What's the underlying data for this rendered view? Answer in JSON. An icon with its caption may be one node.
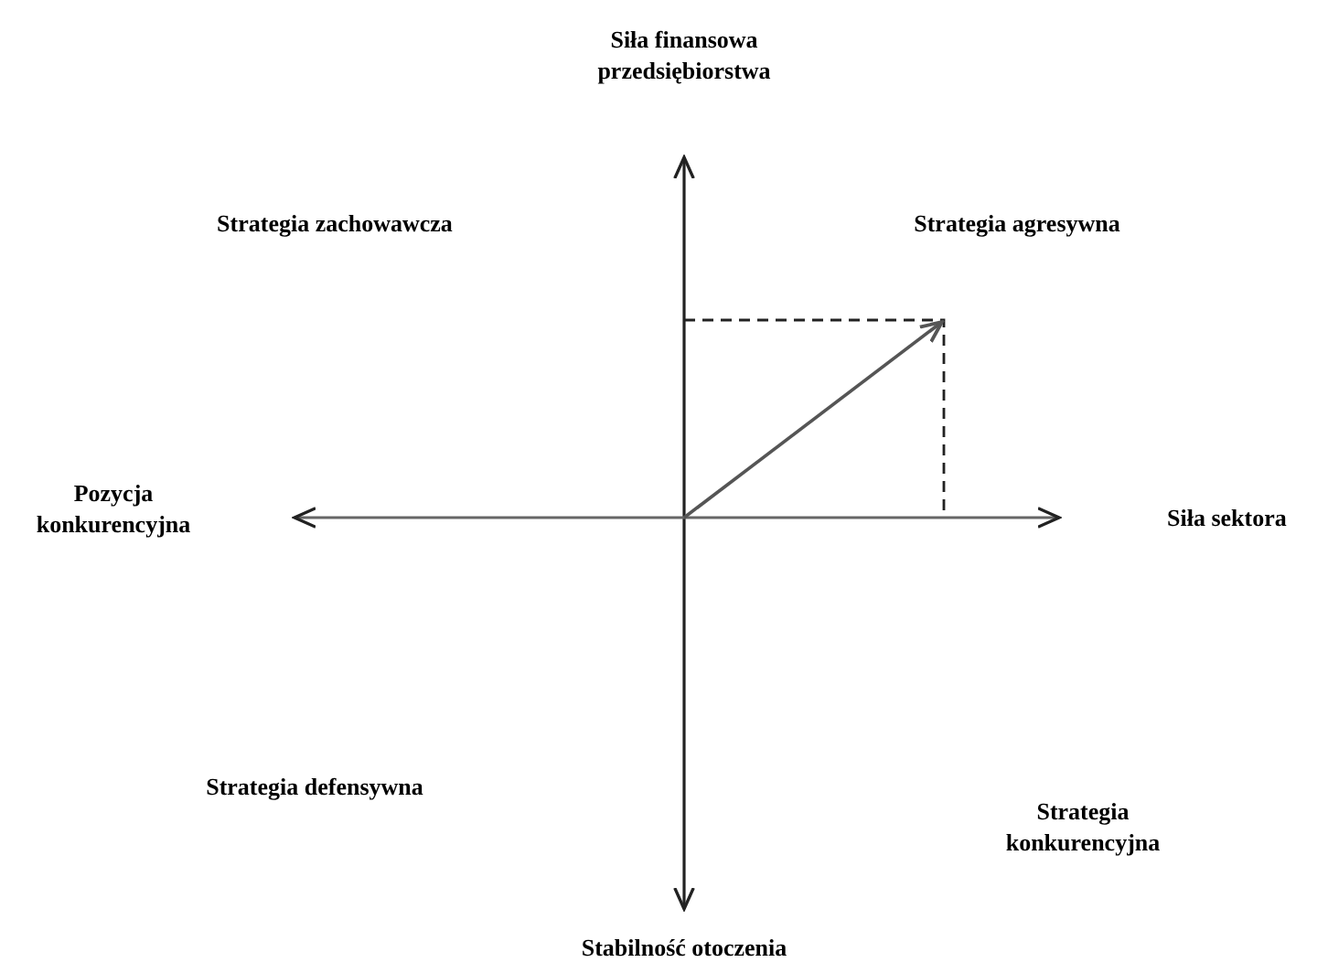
{
  "diagram": {
    "labels": [
      "Siła finansowa przedsiębiorstwa",
      "Strategia zachowawcza",
      "Strategia agresywna",
      "Pozycja konkurencyjna",
      "Siła sektora",
      "Strategia defensywna",
      "Strategia konkurencyjna",
      "Stabilność otoczenia"
    ]
  }
}
